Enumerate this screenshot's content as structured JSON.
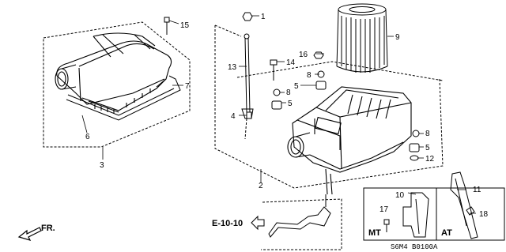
{
  "diagram": {
    "part_labels": {
      "p1": "1",
      "p2": "2",
      "p3": "3",
      "p4": "4",
      "p5a": "5",
      "p5b": "5",
      "p5c": "5",
      "p6": "6",
      "p7": "7",
      "p8a": "8",
      "p8b": "8",
      "p8c": "8",
      "p9": "9",
      "p10": "10",
      "p11": "11",
      "p12": "12",
      "p13": "13",
      "p14": "14",
      "p15": "15",
      "p16": "16",
      "p17": "17",
      "p18": "18"
    },
    "reference": "E-10-10",
    "front_indicator": "FR.",
    "variant_mt": "MT",
    "variant_at": "AT",
    "diagram_code": "S6M4 B0100A"
  }
}
